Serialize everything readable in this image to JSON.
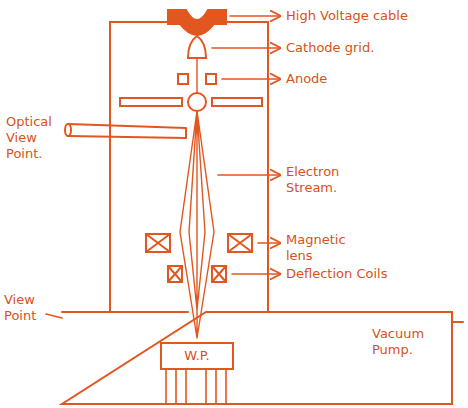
{
  "diagram": {
    "nodes": [
      {
        "text": [
          "W.P."
        ]
      }
    ],
    "labels": [
      "High Voltage cable",
      "Cathode grid.",
      "Anode",
      "Optical View Point.",
      "Electron Stream.",
      "Magnetic lens",
      "Deflection Coils",
      "View Point",
      "Vacuum Pump."
    ]
  }
}
